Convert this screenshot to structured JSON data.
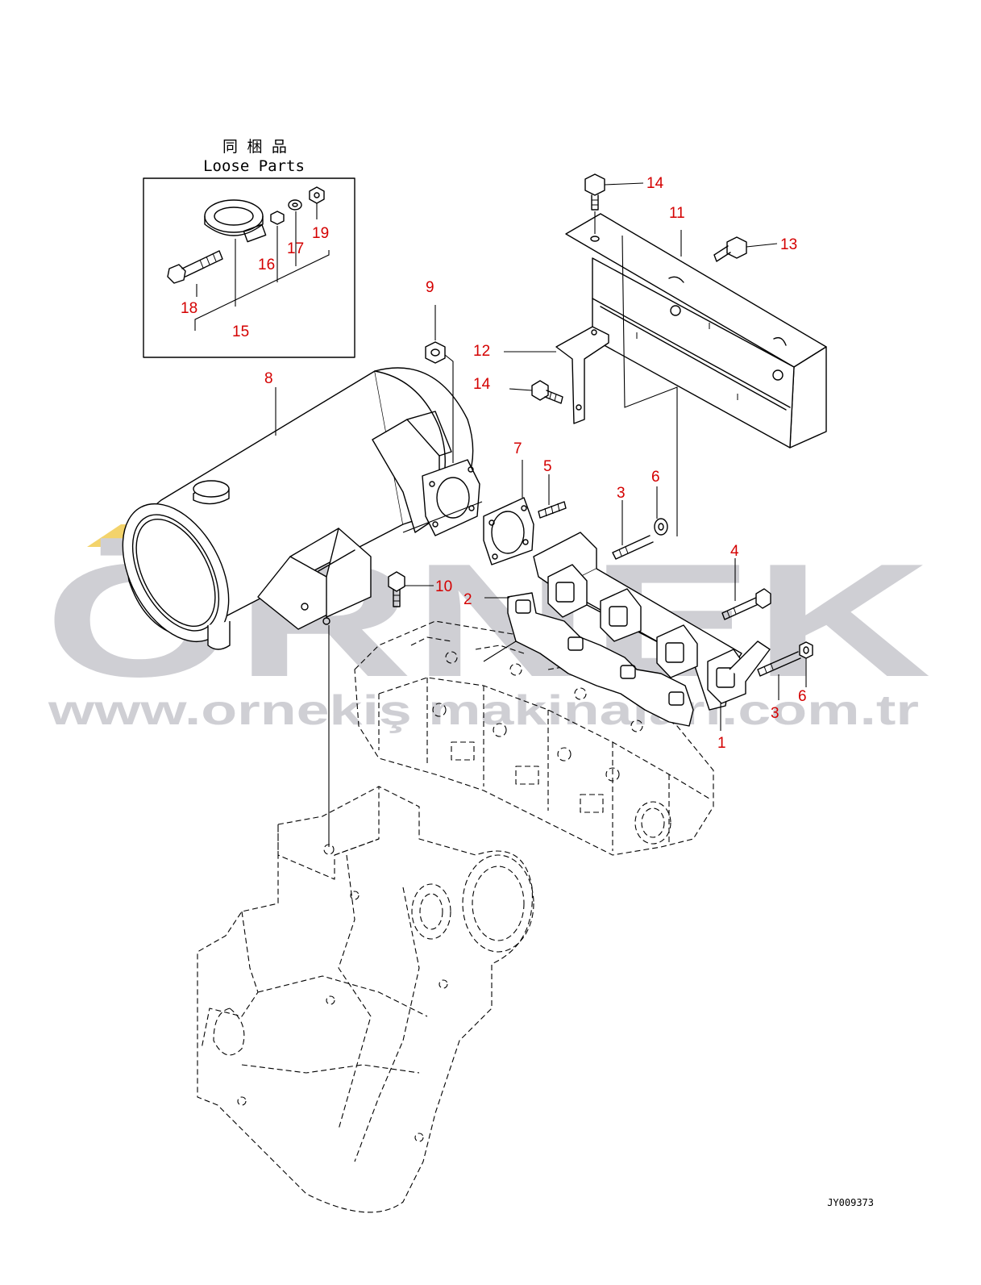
{
  "loose_parts": {
    "title_jp": "同 梱 品",
    "title_en": "Loose Parts"
  },
  "watermark": {
    "brand": "ÖRNEK",
    "url": "www.ornekiş makinalari.com.tr"
  },
  "drawing_code": "JY009373",
  "callouts": {
    "p1": "1",
    "p2": "2",
    "p3a": "3",
    "p3b": "3",
    "p4": "4",
    "p5": "5",
    "p6a": "6",
    "p6b": "6",
    "p7": "7",
    "p8": "8",
    "p9": "9",
    "p10": "10",
    "p11": "11",
    "p12": "12",
    "p13": "13",
    "p14a": "14",
    "p14b": "14",
    "p15": "15",
    "p16": "16",
    "p17": "17",
    "p18": "18",
    "p19": "19"
  },
  "colors": {
    "callout": "#d40000",
    "watermark": "#cfcfd4",
    "watermark_accent": "#f3d36b"
  }
}
